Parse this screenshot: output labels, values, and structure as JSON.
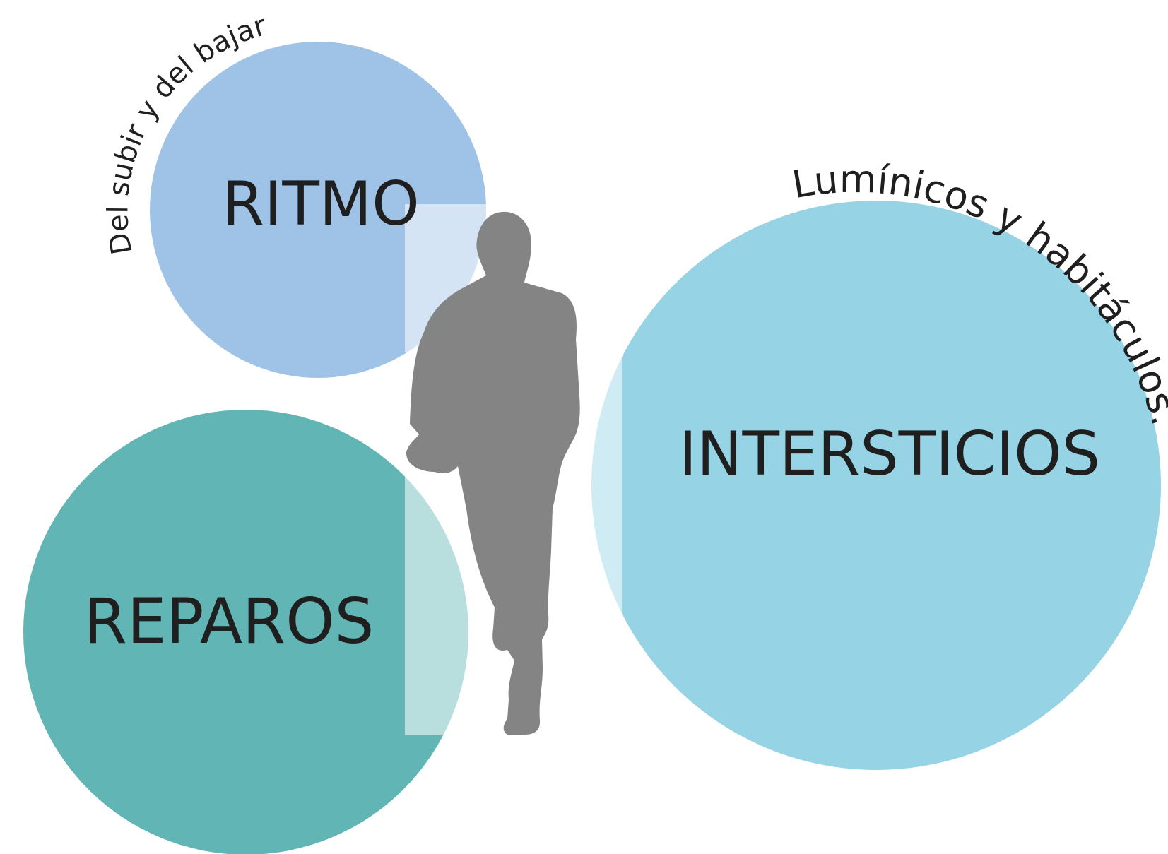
{
  "concepts": [
    {
      "id": "ritmo",
      "label": "RITMO",
      "caption": "Del subir y del bajar",
      "color": "#9fc3e6"
    },
    {
      "id": "reparos",
      "label": "REPAROS",
      "color": "#62b5b5"
    },
    {
      "id": "intersticios",
      "label": "INTERSTICIOS",
      "caption": "Lumínicos y habitáculos.",
      "color": "#95d3e5"
    }
  ],
  "overlay_color": "#ffffff",
  "figure_color": "#808080",
  "figure_icon": "walking-person-silhouette"
}
